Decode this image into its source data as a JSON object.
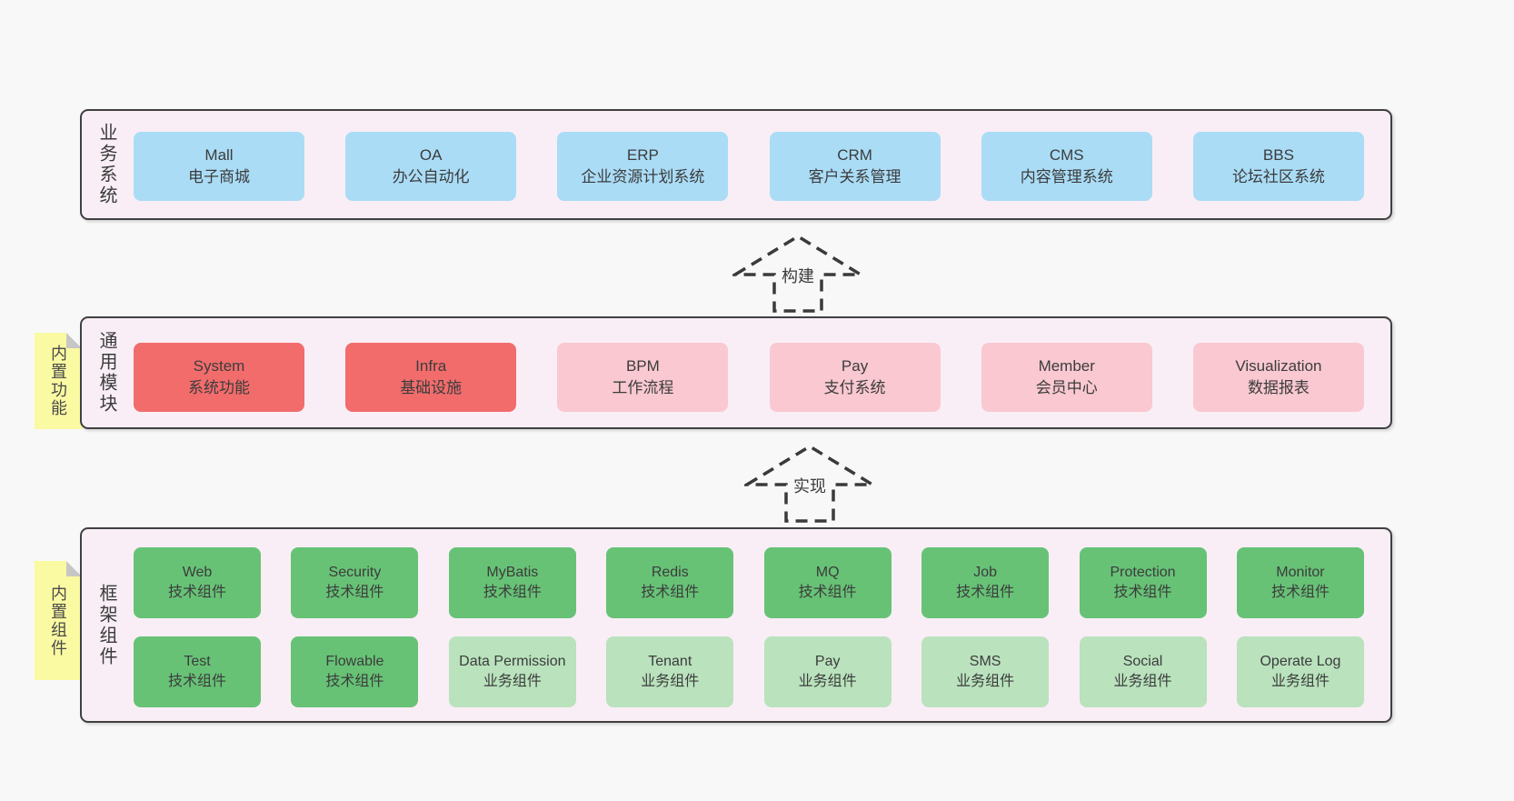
{
  "page": {
    "background": "#f8f8f8"
  },
  "colors": {
    "layer_background": "#f9eef6",
    "layer_border": "#404040",
    "blue_box": "#aadcf6",
    "red_box": "#f26c6c",
    "pink_box": "#f9c8d0",
    "green_box": "#67c276",
    "light_green_box": "#b9e2bd",
    "note_yellow": "#fafaa2",
    "note_fold": "#c6c6c6",
    "text": "#3b3b3b"
  },
  "arrows": [
    {
      "label": "构建"
    },
    {
      "label": "实现"
    }
  ],
  "layers": [
    {
      "label": "业务系统",
      "rows": [
        [
          {
            "name": "Mall",
            "subtitle": "电子商城",
            "type": "blue"
          },
          {
            "name": "OA",
            "subtitle": "办公自动化",
            "type": "blue"
          },
          {
            "name": "ERP",
            "subtitle": "企业资源计划系统",
            "type": "blue"
          },
          {
            "name": "CRM",
            "subtitle": "客户关系管理",
            "type": "blue"
          },
          {
            "name": "CMS",
            "subtitle": "内容管理系统",
            "type": "blue"
          },
          {
            "name": "BBS",
            "subtitle": "论坛社区系统",
            "type": "blue"
          }
        ]
      ]
    },
    {
      "label": "通用模块",
      "note": "内置功能",
      "rows": [
        [
          {
            "name": "System",
            "subtitle": "系统功能",
            "type": "red"
          },
          {
            "name": "Infra",
            "subtitle": "基础设施",
            "type": "red"
          },
          {
            "name": "BPM",
            "subtitle": "工作流程",
            "type": "pink"
          },
          {
            "name": "Pay",
            "subtitle": "支付系统",
            "type": "pink"
          },
          {
            "name": "Member",
            "subtitle": "会员中心",
            "type": "pink"
          },
          {
            "name": "Visualization",
            "subtitle": "数据报表",
            "type": "pink"
          }
        ]
      ]
    },
    {
      "label": "框架组件",
      "note": "内置组件",
      "rows": [
        [
          {
            "name": "Web",
            "subtitle": "技术组件",
            "type": "green"
          },
          {
            "name": "Security",
            "subtitle": "技术组件",
            "type": "green"
          },
          {
            "name": "MyBatis",
            "subtitle": "技术组件",
            "type": "green"
          },
          {
            "name": "Redis",
            "subtitle": "技术组件",
            "type": "green"
          },
          {
            "name": "MQ",
            "subtitle": "技术组件",
            "type": "green"
          },
          {
            "name": "Job",
            "subtitle": "技术组件",
            "type": "green"
          },
          {
            "name": "Protection",
            "subtitle": "技术组件",
            "type": "green"
          },
          {
            "name": "Monitor",
            "subtitle": "技术组件",
            "type": "green"
          }
        ],
        [
          {
            "name": "Test",
            "subtitle": "技术组件",
            "type": "green"
          },
          {
            "name": "Flowable",
            "subtitle": "技术组件",
            "type": "green"
          },
          {
            "name": "Data Permission",
            "subtitle": "业务组件",
            "type": "lightgreen"
          },
          {
            "name": "Tenant",
            "subtitle": "业务组件",
            "type": "lightgreen"
          },
          {
            "name": "Pay",
            "subtitle": "业务组件",
            "type": "lightgreen"
          },
          {
            "name": "SMS",
            "subtitle": "业务组件",
            "type": "lightgreen"
          },
          {
            "name": "Social",
            "subtitle": "业务组件",
            "type": "lightgreen"
          },
          {
            "name": "Operate Log",
            "subtitle": "业务组件",
            "type": "lightgreen"
          }
        ]
      ]
    }
  ]
}
